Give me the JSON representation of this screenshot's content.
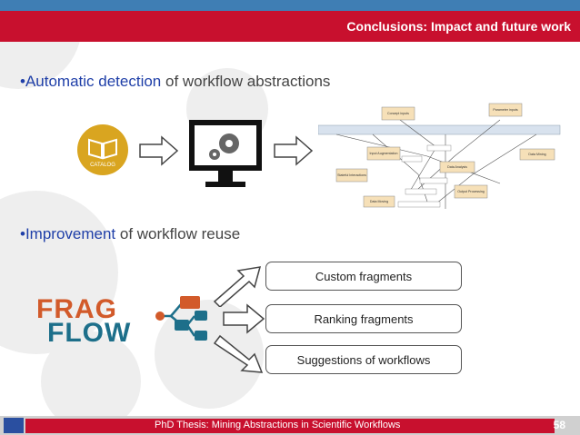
{
  "header": {
    "title": "Conclusions: Impact and future work"
  },
  "bullets": [
    {
      "highlight": "•Automatic detection",
      "rest": " of workflow abstractions"
    },
    {
      "highlight": "•Improvement",
      "rest": " of workflow reuse"
    }
  ],
  "pipeline": {
    "catalog_label": "CATALOG",
    "diagram_labels": [
      "Parameter inputs",
      "Concept inputs",
      "Input Augmentation",
      "Data Analysis",
      "Data Mining",
      "Stateful Interactions",
      "Output Processing",
      "Data Moving"
    ]
  },
  "fragflow": {
    "logo_line1": "FRAG",
    "logo_line2": "FLOW",
    "options": [
      "Custom fragments",
      "Ranking fragments",
      "Suggestions of workflows"
    ]
  },
  "footer": {
    "text": "PhD Thesis: Mining Abstractions in Scientific Workflows",
    "page_number": "58"
  },
  "colors": {
    "title_bar": "#c8102e",
    "top_stripe": "#3f7eb4",
    "highlight": "#1f3fa8",
    "frag_orange": "#d25a2a",
    "flow_teal": "#1d6f8a",
    "catalog_gold": "#d9a520"
  }
}
